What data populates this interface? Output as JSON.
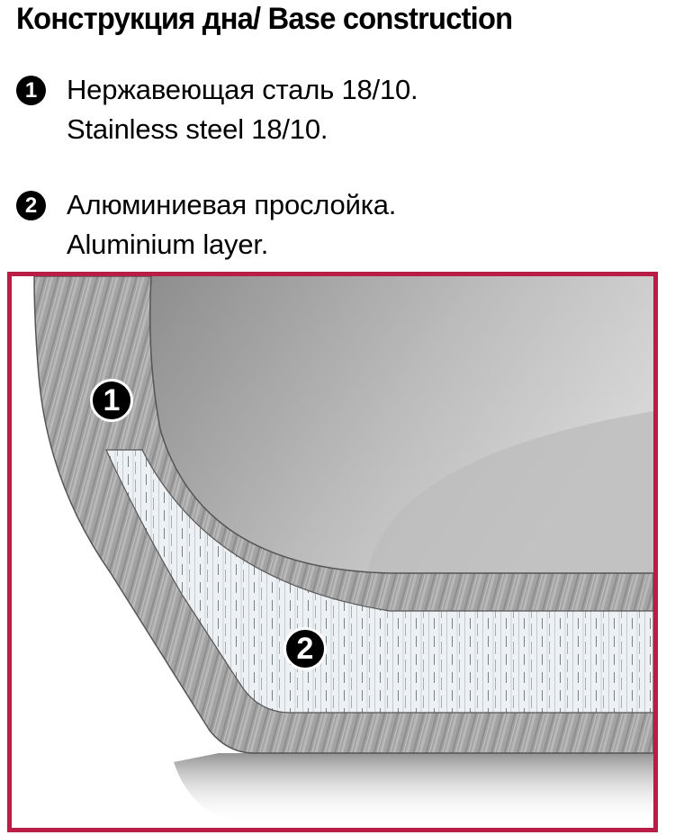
{
  "title": "Конструкция дна/ Base construction",
  "legend": [
    {
      "number": "1",
      "icon": "number-1-circle-icon",
      "line_ru": "Нержавеющая сталь 18/10.",
      "line_en": "Stainless steel 18/10."
    },
    {
      "number": "2",
      "icon": "number-2-circle-icon",
      "line_ru": "Алюминиевая прослойка.",
      "line_en": "Aluminium layer."
    }
  ],
  "diagram": {
    "frame_color": "#b81e45",
    "markers": [
      {
        "number": "1",
        "label": "stainless-steel"
      },
      {
        "number": "2",
        "label": "aluminium-layer"
      }
    ],
    "colors": {
      "steel": "#9c9c9c",
      "aluminium": "#e8ecef",
      "pan_interior": "#b4b4b4"
    }
  }
}
